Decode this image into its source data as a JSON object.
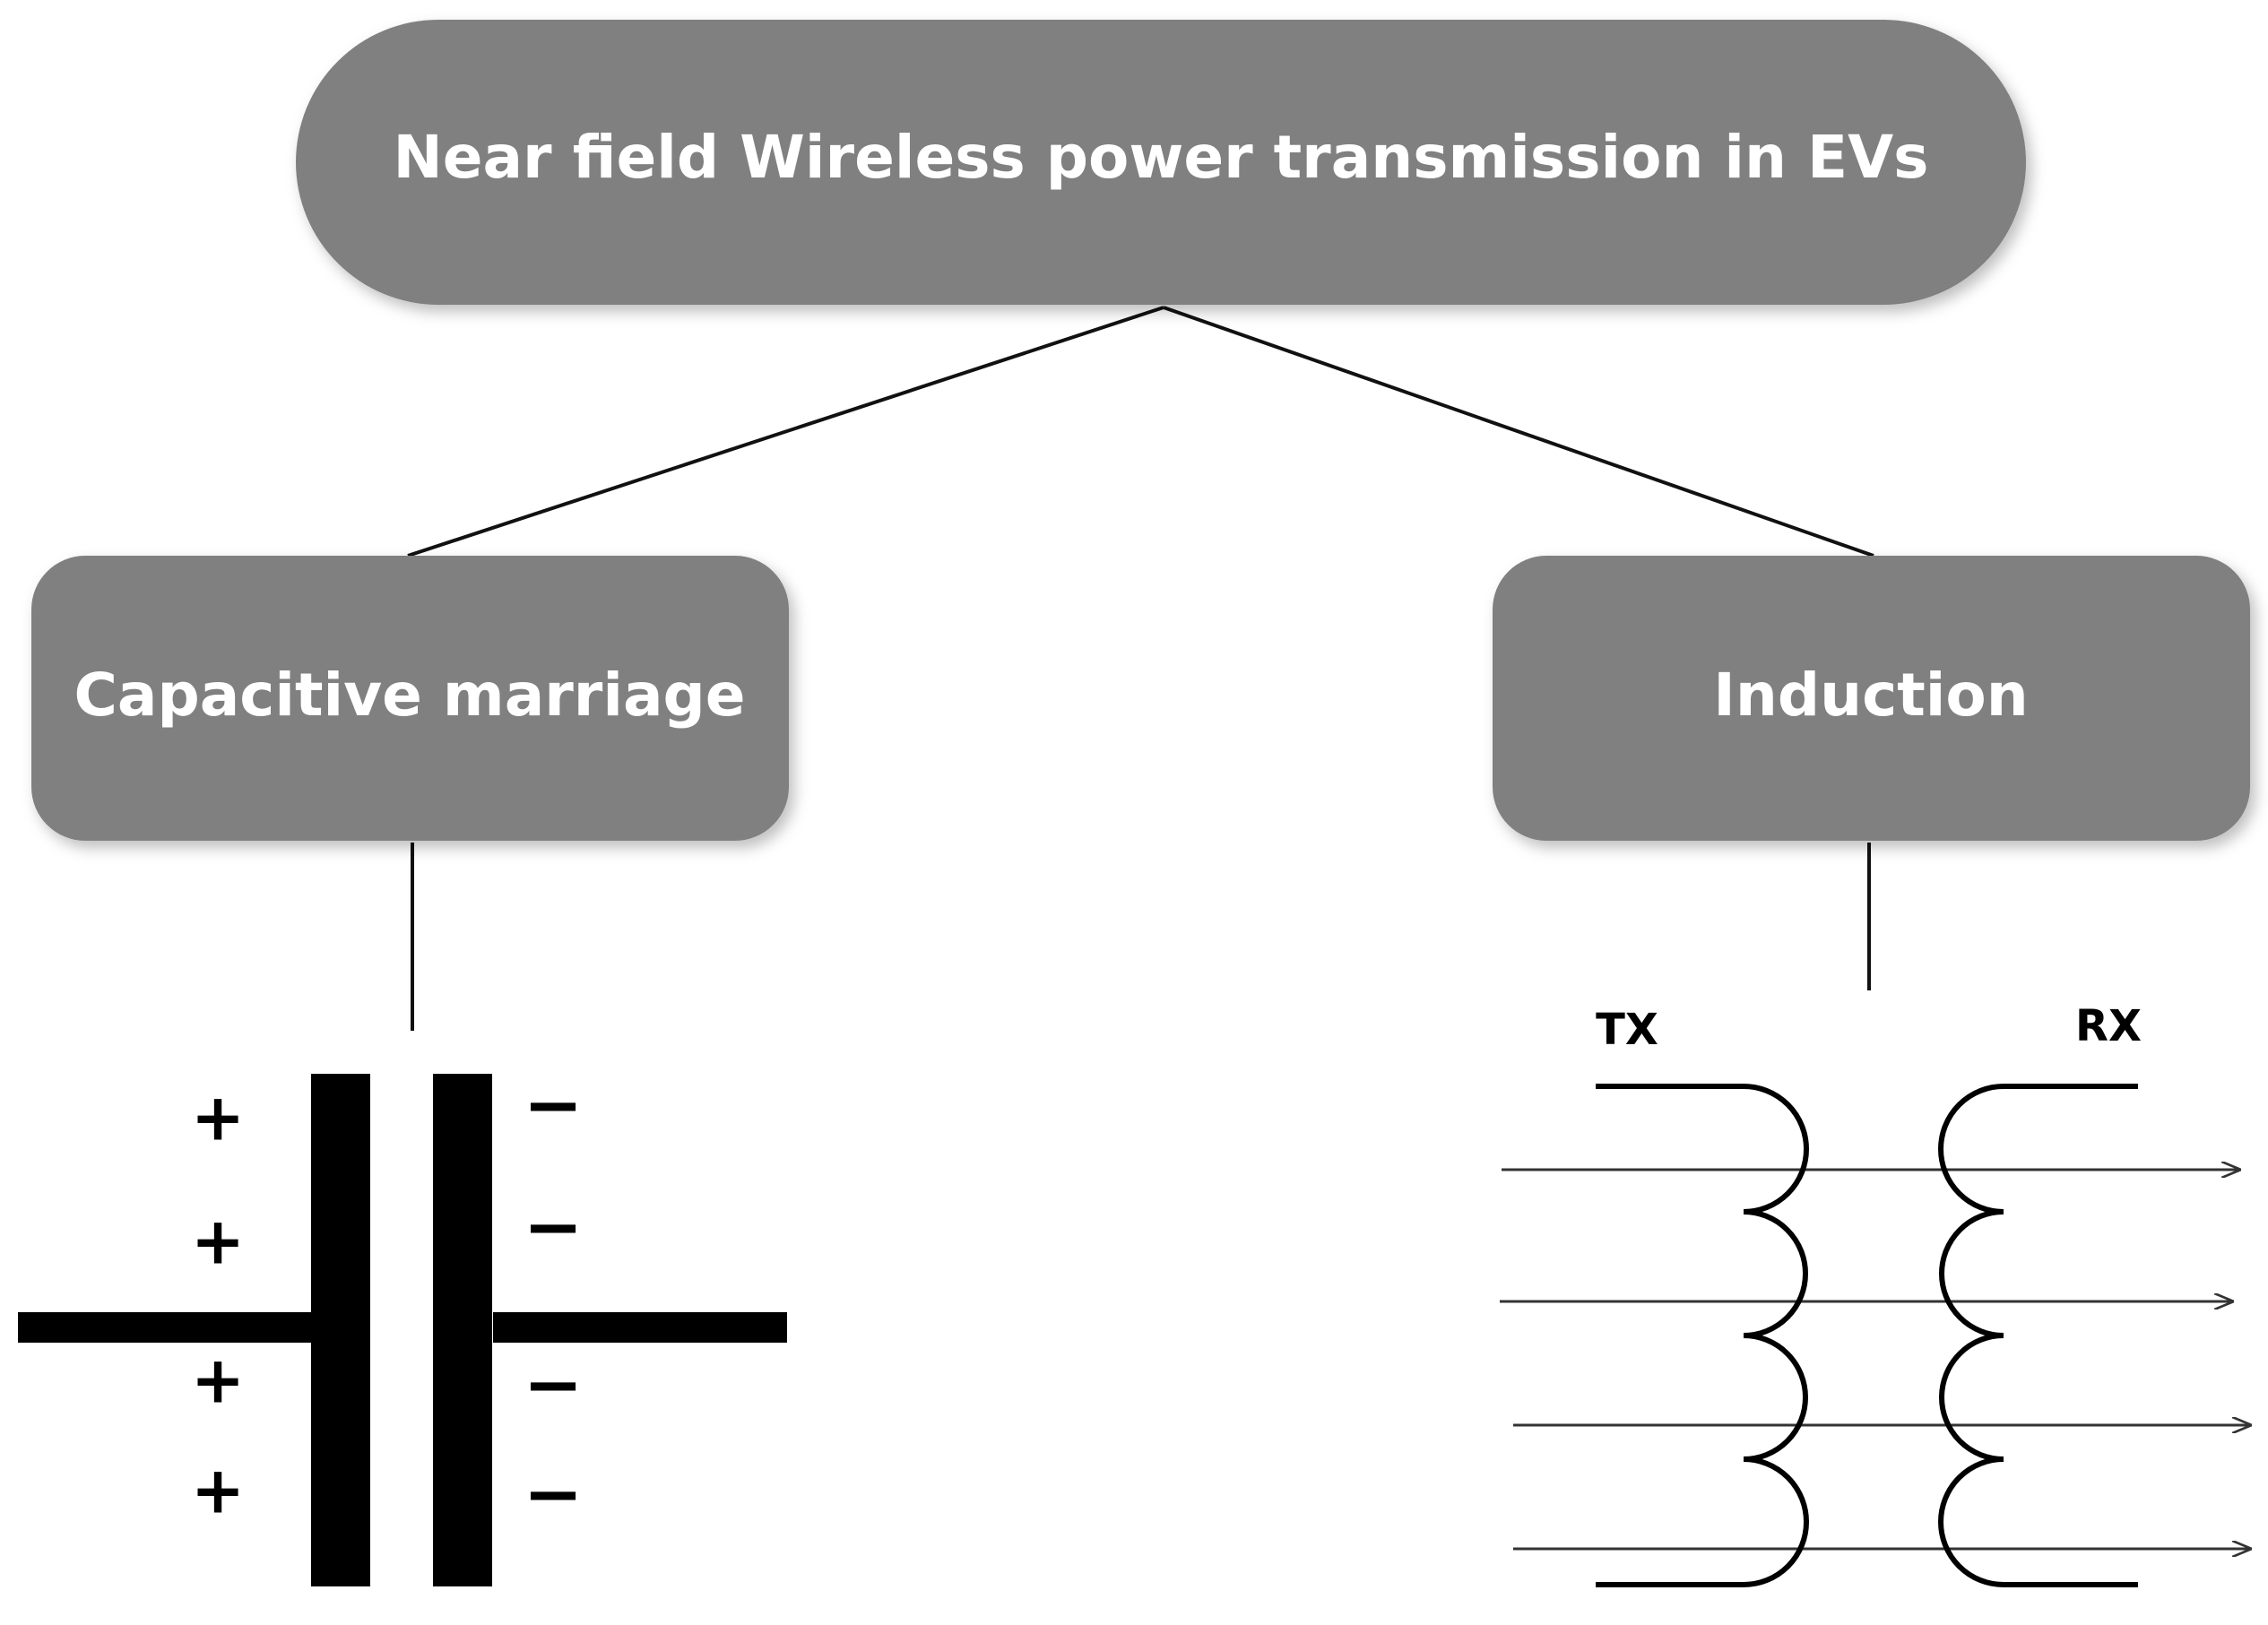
{
  "root": {
    "label": "Near field Wireless power transmission in EVs"
  },
  "branches": [
    {
      "label": "Capacitive marriage"
    },
    {
      "label": "Induction"
    }
  ],
  "capacitor": {
    "positive_signs": [
      "+",
      "+",
      "+",
      "+"
    ],
    "negative_signs": [
      "−",
      "−",
      "−",
      "−"
    ]
  },
  "transformer": {
    "tx_label": "TX",
    "rx_label": "RX"
  },
  "colors": {
    "box_fill": "#808080",
    "box_text": "#ffffff",
    "lines": "#000000"
  }
}
